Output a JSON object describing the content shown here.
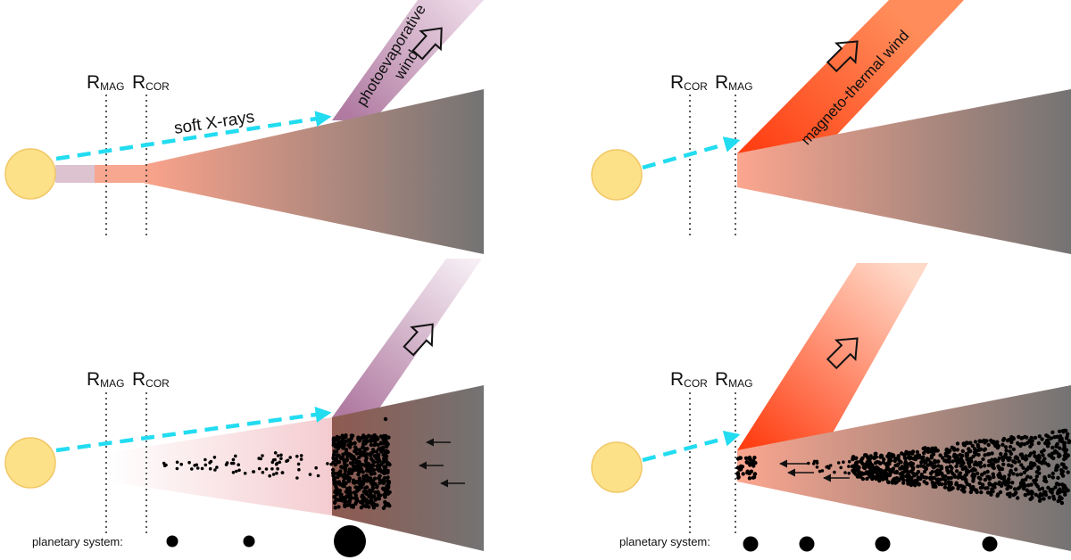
{
  "labels": {
    "r_mag_main": "R",
    "r_mag_sub": "MAG",
    "r_cor_main": "R",
    "r_cor_sub": "COR",
    "soft_xrays": "soft X-rays",
    "photoevap_line1": "photoevaporative",
    "photoevap_line2": "wind",
    "magneto_thermal": "magneto-thermal wind",
    "planetary_system": "planetary system:"
  },
  "colors": {
    "star": "#fde189",
    "xray_arrow": "#22dcf0",
    "photoevap_wind": "#b07aa1",
    "magneto_wind": "#ff4a1a",
    "inner_disk_grey": "#6e6e6e",
    "inner_disk_salmon": "#f6a48c"
  }
}
